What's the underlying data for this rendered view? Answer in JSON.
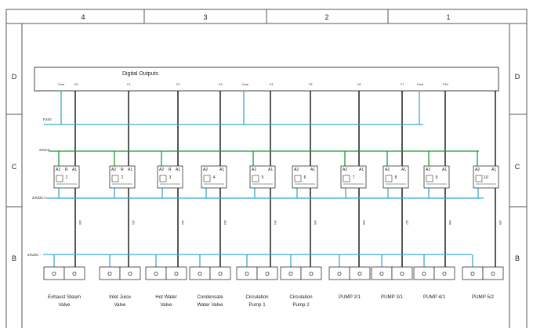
{
  "zones": {
    "columns": [
      "4",
      "3",
      "2",
      "1"
    ],
    "rows": [
      "D",
      "C",
      "B"
    ]
  },
  "plc": {
    "title": "Digital Outputs",
    "terminals": [
      "Com",
      "Y0",
      "Y1",
      "Y2",
      "Y3",
      "Com",
      "Y4",
      "Y5",
      "Y6",
      "Y7",
      "Com",
      "Y10"
    ]
  },
  "rails": {
    "f24v": "F24V",
    "v24ac": "24VAC",
    "v24dc_plus": "24VDC+",
    "v24dc_minus": "24VDC -"
  },
  "relays": [
    {
      "number": "1",
      "a2": "A2",
      "r": "R",
      "a1": "A1",
      "wire": "400"
    },
    {
      "number": "2",
      "a2": "A2",
      "r": "R",
      "a1": "A1",
      "wire": "401"
    },
    {
      "number": "3",
      "a2": "A2",
      "r": "R",
      "a1": "A1",
      "wire": "402"
    },
    {
      "number": "4",
      "a2": "A2",
      "r": "",
      "a1": "A1",
      "wire": "403"
    },
    {
      "number": "5",
      "a2": "A2",
      "r": "",
      "a1": "A1",
      "wire": "404"
    },
    {
      "number": "6",
      "a2": "A2",
      "r": "",
      "a1": "A1",
      "wire": "405"
    },
    {
      "number": "7",
      "a2": "A2",
      "r": "",
      "a1": "A1",
      "wire": "406"
    },
    {
      "number": "8",
      "a2": "A2",
      "r": "",
      "a1": "A1",
      "wire": "407"
    },
    {
      "number": "9",
      "a2": "A2",
      "r": "",
      "a1": "A1",
      "wire": "408"
    },
    {
      "number": "10",
      "a2": "A2",
      "r": "",
      "a1": "A1",
      "wire": "409"
    }
  ],
  "loads": [
    {
      "line1": "Exhaust Steam",
      "line2": "Valve"
    },
    {
      "line1": "Inlet Juice",
      "line2": "Valve"
    },
    {
      "line1": "Hot Water",
      "line2": "Valve"
    },
    {
      "line1": "Condensate",
      "line2": "Water Valve"
    },
    {
      "line1": "Circulation",
      "line2": "Pump 1"
    },
    {
      "line1": "Circulation",
      "line2": "Pump 2"
    },
    {
      "line1": "PUMP 2/1",
      "line2": ""
    },
    {
      "line1": "PUMP 3/1",
      "line2": ""
    },
    {
      "line1": "PUMP 4/1",
      "line2": ""
    },
    {
      "line1": "PUMP 5/2",
      "line2": ""
    }
  ],
  "terminal_symbol": "O",
  "colors": {
    "frame": "#555555",
    "plc_stroke": "#444444",
    "output_wire": "#111111",
    "blue_wire": "#3aaad4",
    "green_wire": "#1a9a3a",
    "text": "#222222"
  }
}
